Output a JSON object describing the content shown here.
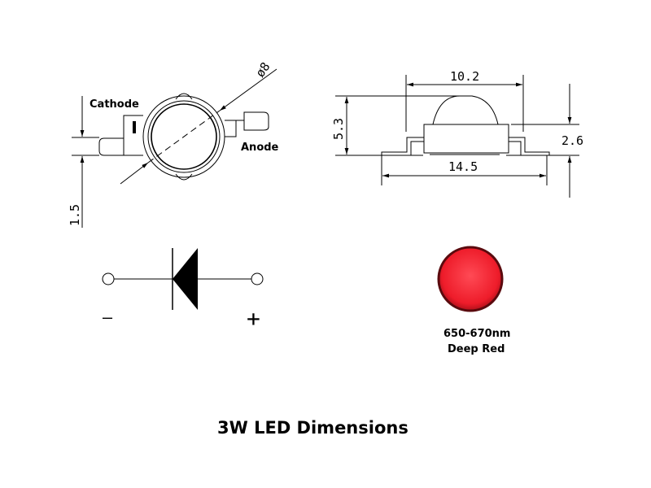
{
  "title": "3W LED Dimensions",
  "top_view": {
    "cathode_label": "Cathode",
    "anode_label": "Anode",
    "diameter_label": "ø8",
    "lead_gap_label": "1.5"
  },
  "side_view": {
    "lens_width_label": "10.2",
    "total_height_label": "5.3",
    "body_height_label": "2.6",
    "total_width_label": "14.5"
  },
  "schematic": {
    "minus_label": "—",
    "plus_label": "+"
  },
  "color_sample": {
    "wavelength": "650-670nm",
    "color_name": "Deep Red",
    "fill": "#ee1c2a",
    "border": "#5a0a0e"
  }
}
